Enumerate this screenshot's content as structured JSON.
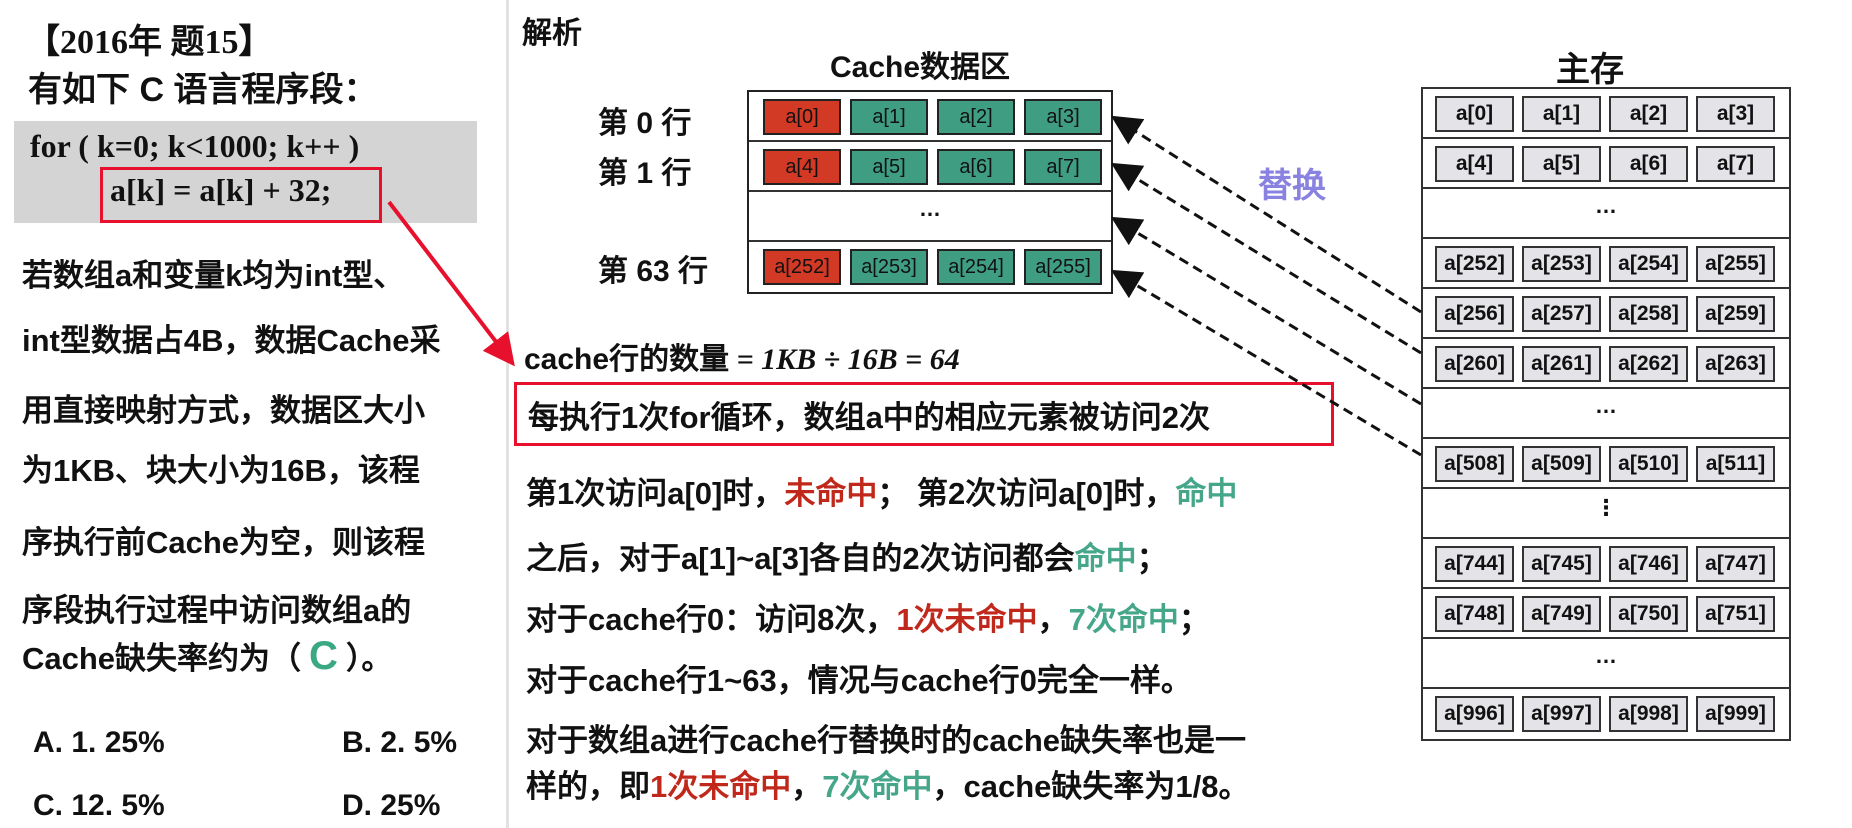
{
  "question": {
    "title": "【2016年 题15】",
    "intro": "有如下 C 语言程序段：",
    "code_line1": "for ( k=0;  k<1000;  k++ )",
    "code_line2": "a[k] = a[k] + 32;",
    "lines": [
      "若数组a和变量k均为int型、",
      "int型数据占4B，数据Cache采",
      "用直接映射方式，数据区大小",
      "为1KB、块大小为16B，该程",
      "序执行前Cache为空，则该程",
      "序段执行过程中访问数组a的"
    ],
    "last_line_prefix": "Cache缺失率约为（",
    "answer": "C",
    "last_line_suffix": "）。",
    "options": {
      "a": "A. 1. 25%",
      "b": "B. 2. 5%",
      "c": "C. 12. 5%",
      "d": "D. 25%"
    }
  },
  "analysis": {
    "title": "解析",
    "cache_title": "Cache数据区",
    "row_labels": [
      "第  0  行",
      "第  1  行",
      "第 63 行"
    ],
    "cache_rows": [
      [
        "a[0]",
        "a[1]",
        "a[2]",
        "a[3]"
      ],
      [
        "a[4]",
        "a[5]",
        "a[6]",
        "a[7]"
      ],
      "…",
      [
        "a[252]",
        "a[253]",
        "a[254]",
        "a[255]"
      ]
    ],
    "replace_label": "替换",
    "memory_title": "主存",
    "memory_rows": [
      [
        "a[0]",
        "a[1]",
        "a[2]",
        "a[3]"
      ],
      [
        "a[4]",
        "a[5]",
        "a[6]",
        "a[7]"
      ],
      "…",
      [
        "a[252]",
        "a[253]",
        "a[254]",
        "a[255]"
      ],
      [
        "a[256]",
        "a[257]",
        "a[258]",
        "a[259]"
      ],
      [
        "a[260]",
        "a[261]",
        "a[262]",
        "a[263]"
      ],
      "…",
      [
        "a[508]",
        "a[509]",
        "a[510]",
        "a[511]"
      ],
      "⋮",
      [
        "a[744]",
        "a[745]",
        "a[746]",
        "a[747]"
      ],
      [
        "a[748]",
        "a[749]",
        "a[750]",
        "a[751]"
      ],
      "…",
      [
        "a[996]",
        "a[997]",
        "a[998]",
        "a[999]"
      ]
    ],
    "formula_label": "cache行的数量",
    "formula_math": " = 1KB ÷ 16B = 64",
    "highlight": "每执行1次for循环，数组a中的相应元素被访问2次",
    "l1": {
      "a": "第1次访问a[0]时，",
      "b": "未命中",
      "c": "；  第2次访问a[0]时，",
      "d": "命中"
    },
    "l2": {
      "a": "之后，对于a[1]~a[3]各自的2次访问都会",
      "b": "命中",
      "c": "；"
    },
    "l3": {
      "a": "对于cache行0：访问8次，",
      "b": "1次未命中",
      "c": "，",
      "d": "7次命中",
      "e": "；"
    },
    "l4": "对于cache行1~63，情况与cache行0完全一样。",
    "l5": "对于数组a进行cache行替换时的cache缺失率也是一",
    "l6": {
      "a": "样的，即",
      "b": "1次未命中",
      "c": "，",
      "d": "7次命中",
      "e": "，cache缺失率为1/8。"
    }
  },
  "colors": {
    "miss": "#d23a26",
    "hit": "#3f9e82",
    "highlight_border": "#e8112d"
  }
}
